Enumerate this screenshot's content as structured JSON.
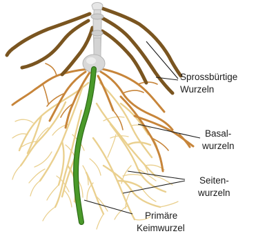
{
  "labels": {
    "adventitious_line1": "Sprossbürtige",
    "adventitious_line2": "Wurzeln",
    "basal_line1": "Basal-",
    "basal_line2": "wurzeln",
    "lateral_line1": "Seiten-",
    "lateral_line2": "wurzeln",
    "primary_line1": "Primäre",
    "primary_line2": "Keimwurzel"
  },
  "colors": {
    "adventitious_root": "#7a5520",
    "basal_root": "#c7853a",
    "lateral_root": "#ead08f",
    "primary_root": "#3e8a22",
    "shoot": "#d6d6d6",
    "leader_line": "#1a1a1a"
  }
}
